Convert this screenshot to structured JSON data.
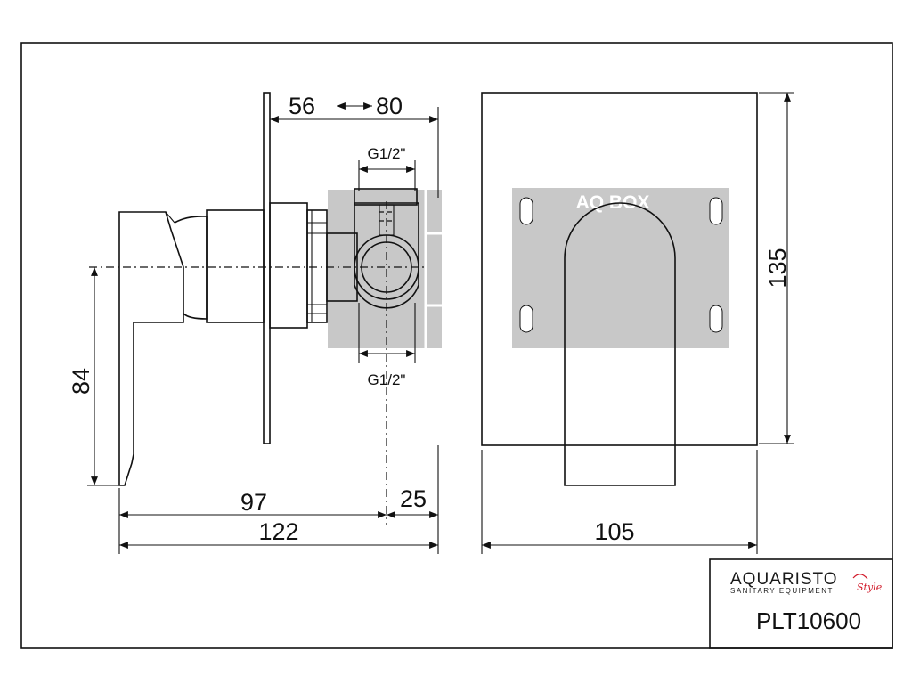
{
  "labels": {
    "depth_range_min": "56",
    "depth_range_max": "80",
    "thread_top": "G1/2\"",
    "thread_bottom": "G1/2\"",
    "height_handle": "84",
    "length_97": "97",
    "length_25": "25",
    "length_total": "122",
    "plate_width": "105",
    "plate_height": "135",
    "box_label": "AQ BOX"
  },
  "title_block": {
    "brand": "AQUARISTO",
    "brand_subtitle": "SANITARY EQUIPMENT",
    "brand_script": "Style",
    "product_code": "PLT10600"
  },
  "colors": {
    "line": "#111111",
    "box_fill": "#c8c8c8",
    "brand_accent": "#d11a2a"
  }
}
